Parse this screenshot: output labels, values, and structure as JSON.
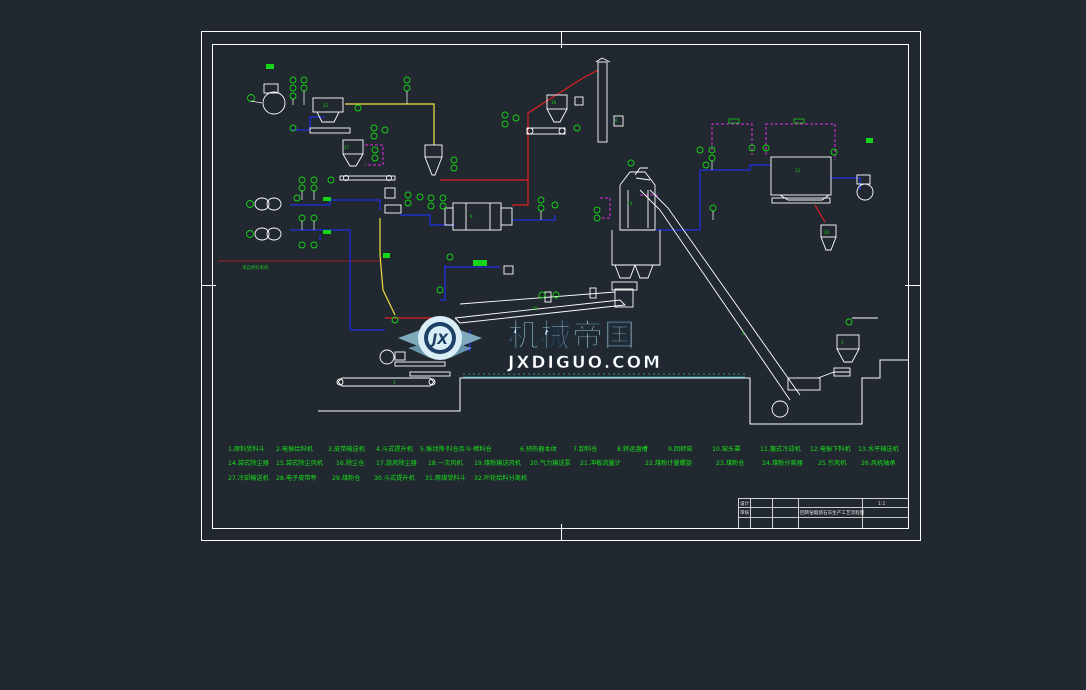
{
  "drawing": {
    "title_block": {
      "title": "回转窑煅烧石灰生产工艺流程图",
      "scale": "1:1",
      "row_labels": [
        "设计",
        "审核"
      ]
    },
    "legend_rows": [
      [
        "1.原料受料斗",
        "2.电振给料机",
        "3.皮带输送机",
        "4.斗式提升机",
        "5.振动筛·料仓及斗·棒料仓",
        "6.预热器本体",
        "7.卸料仓",
        "8.转运溜槽",
        "9.回转窑",
        "10.窑头罩",
        "11.篦式冷却机",
        "12.电振下料机",
        "13.水平输送机"
      ],
      [
        "14.袋式除尘器",
        "15.袋式除尘风机",
        "16.除尘仓",
        "17.旋风除尘器",
        "18.一次风机",
        "19.煤粉输送风机",
        "20.气力输送泵",
        "21.冲板流量计",
        "22.煤粉计量螺旋",
        "23.煤粉仓",
        "24.煤粉分离器",
        "25.引风机",
        "26.风机轴承"
      ],
      [
        "27.冷却输送机",
        "28.电子皮带秤",
        "29.煤粉仓",
        "30.斗式提升机",
        "31.原煤受料斗",
        "32.叶轮给料分离机"
      ]
    ],
    "left_label": "来自原料系统"
  },
  "watermark": {
    "main_text": "机械帝国",
    "sub_text": "JXDIGUO.COM",
    "logo_text": "JX"
  },
  "colors": {
    "background": "#212830",
    "frame": "#ffffff",
    "blue_line": "#2030e0",
    "yellow_line": "#f0e040",
    "red_line": "#e02020",
    "magenta_line": "#e030e0",
    "green_label": "#16d416"
  }
}
